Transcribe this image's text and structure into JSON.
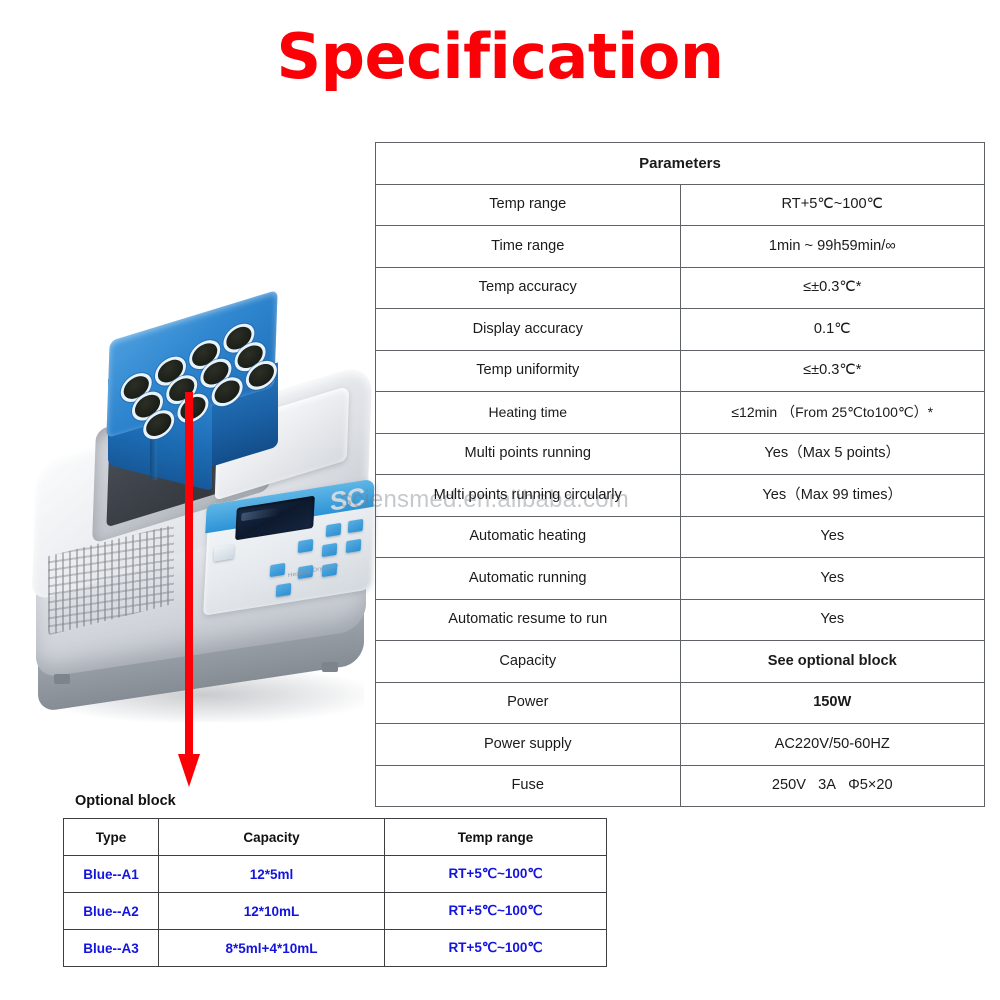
{
  "title": "Specification",
  "watermark": "sciensmed.en.alibaba.com",
  "colors": {
    "title_red": "#fb0007",
    "arrow_red": "#fb0007",
    "optional_value_blue": "#1414e0",
    "block_blue": "#2f86cf"
  },
  "product_photo": {
    "alt_name": "dry-bath-incubator",
    "block_color": "blue",
    "well_count": 12,
    "well_rows": 3,
    "well_cols": 4,
    "panel_brand": "SC"
  },
  "spec_table": {
    "header": "Parameters",
    "rows": [
      {
        "label": "Temp range",
        "value": "RT+5℃~100℃"
      },
      {
        "label": "Time range",
        "value": "1min ~ 99h59min/∞"
      },
      {
        "label": "Temp accuracy",
        "value": "≤±0.3℃*"
      },
      {
        "label": "Display accuracy",
        "value": "0.1℃"
      },
      {
        "label": "Temp uniformity",
        "value": "≤±0.3℃*"
      },
      {
        "label": "Heating time",
        "value": "≤12min （From 25℃to100℃）*"
      },
      {
        "label": "Multi points running",
        "value": "Yes（Max 5 points）"
      },
      {
        "label": "Multi points running circularly",
        "value": "Yes（Max 99 times）"
      },
      {
        "label": "Automatic heating",
        "value": "Yes"
      },
      {
        "label": "Automatic running",
        "value": "Yes"
      },
      {
        "label": "Automatic resume to run",
        "value": "Yes"
      },
      {
        "label": "Capacity",
        "value": "See optional block"
      },
      {
        "label": "Power",
        "value": "150W"
      },
      {
        "label": "Power supply",
        "value": "AC220V/50-60HZ"
      },
      {
        "label": "Fuse",
        "value": "250V   3A   Φ5×20"
      }
    ]
  },
  "optional_block": {
    "caption": "Optional block",
    "headers": [
      "Type",
      "Capacity",
      "Temp range"
    ],
    "rows": [
      {
        "type": "Blue--A1",
        "capacity": "12*5ml",
        "temp_range": "RT+5℃~100℃"
      },
      {
        "type": "Blue--A2",
        "capacity": "12*10mL",
        "temp_range": "RT+5℃~100℃"
      },
      {
        "type": "Blue--A3",
        "capacity": "8*5ml+4*10mL",
        "temp_range": "RT+5℃~100℃"
      }
    ]
  }
}
